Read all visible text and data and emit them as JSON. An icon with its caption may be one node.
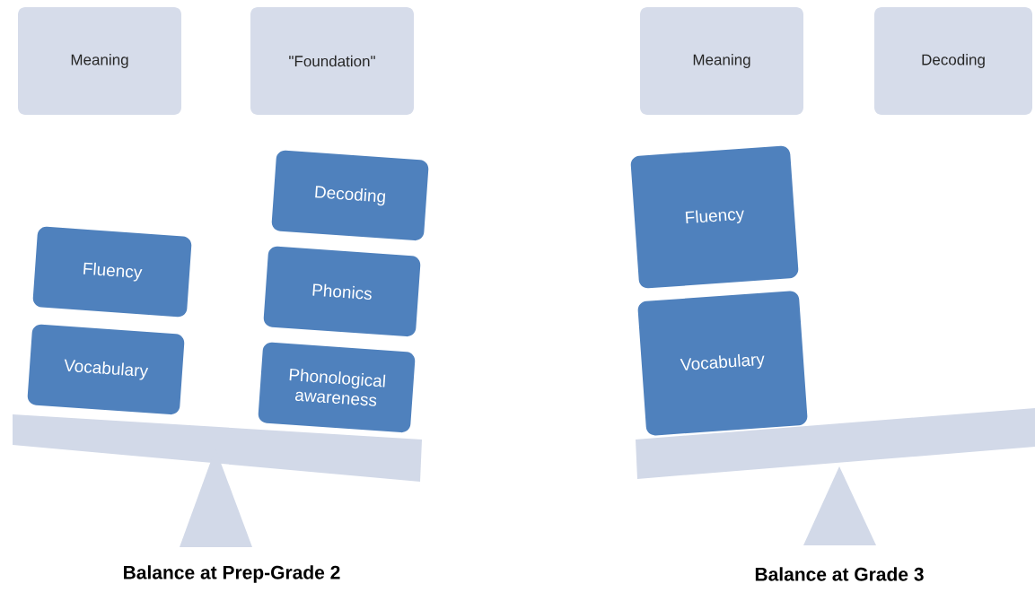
{
  "diagram": {
    "nodes": [
      {
        "text": [
          "Meaning"
        ]
      },
      {
        "text": [
          "\"Foundation\""
        ]
      },
      {
        "text": [
          "Meaning"
        ]
      },
      {
        "text": [
          "Decoding"
        ]
      },
      {
        "text": [
          "Fluency"
        ]
      },
      {
        "text": [
          "Vocabulary"
        ]
      },
      {
        "text": [
          "Decoding"
        ]
      },
      {
        "text": [
          "Phonics"
        ]
      },
      {
        "text": [
          "Phonological awareness"
        ]
      },
      {
        "text": [
          "Fluency"
        ]
      },
      {
        "text": [
          "Vocabulary"
        ]
      }
    ],
    "labels": [
      "Balance at Prep-Grade 2",
      "Balance at Grade 3"
    ]
  }
}
